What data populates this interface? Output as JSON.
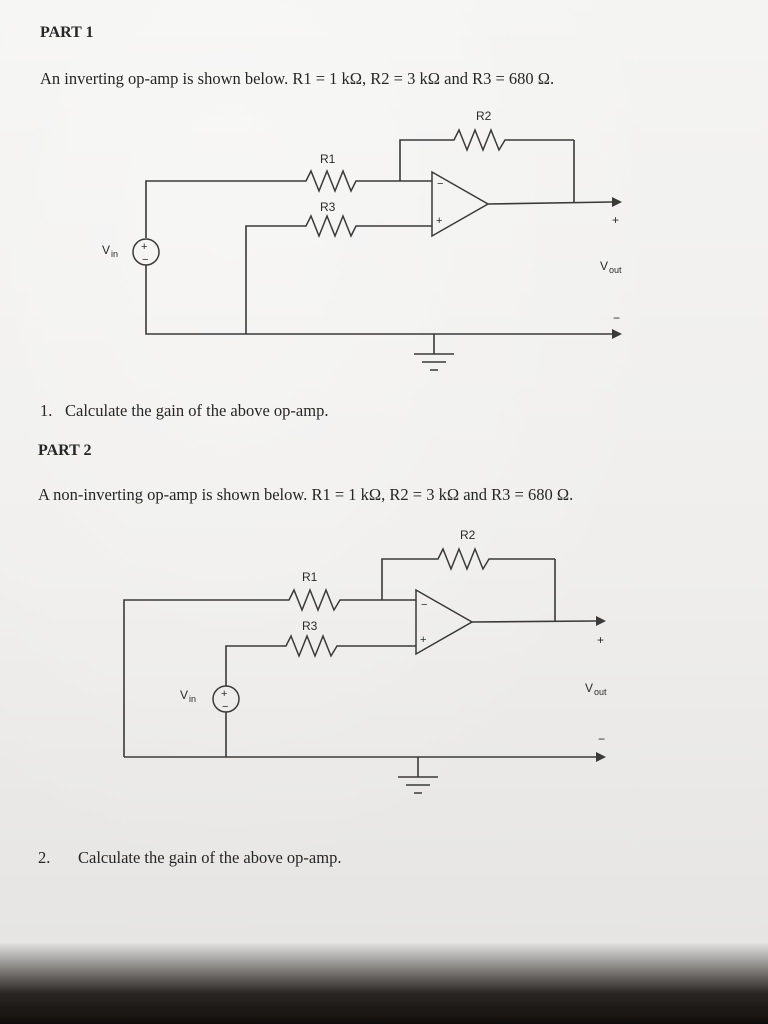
{
  "part1": {
    "heading": "PART 1",
    "description": "An inverting op-amp is shown below. R1 = 1 kΩ, R2 = 3 kΩ and R3 = 680 Ω.",
    "question_number": "1.",
    "question_text": "Calculate the gain of the above op-amp.",
    "circuit": {
      "r1": "R1",
      "r2": "R2",
      "r3": "R3",
      "vin": "V",
      "vin_sub": "in",
      "vout": "V",
      "vout_sub": "out",
      "minus_input": "−",
      "plus_input": "+",
      "source_plus": "+",
      "source_minus": "−",
      "out_plus": "+",
      "out_minus": "−"
    }
  },
  "part2": {
    "heading": "PART 2",
    "description": "A non-inverting op-amp is shown below. R1 = 1 kΩ, R2 = 3 kΩ and R3 = 680 Ω.",
    "question_number": "2.",
    "question_text": "Calculate the gain of the above op-amp.",
    "circuit": {
      "r1": "R1",
      "r2": "R2",
      "r3": "R3",
      "vin": "V",
      "vin_sub": "in",
      "vout": "V",
      "vout_sub": "out",
      "minus_input": "−",
      "plus_input": "+",
      "source_plus": "+",
      "source_minus": "−",
      "out_plus": "+",
      "out_minus": "−"
    }
  }
}
